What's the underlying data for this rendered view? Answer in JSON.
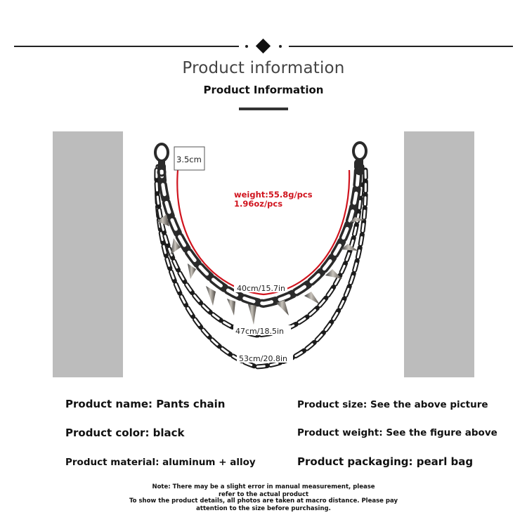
{
  "header": {
    "title": "Product information",
    "subtitle": "Product Information"
  },
  "figure": {
    "clasp_size": "3.5cm",
    "weight_line1": "weight:55.8g/pcs",
    "weight_line2": "1.96oz/pcs",
    "length_inner": "40cm/15.7in",
    "length_middle": "47cm/18.5in",
    "length_outer": "53cm/20.8in",
    "accent_color": "#d0141e"
  },
  "details": {
    "name": "Product name: Pants chain",
    "size": "Product size: See the above picture",
    "color": "Product color: black",
    "weight": "Product weight: See the figure above",
    "material": "Product material: aluminum + alloy",
    "packaging": "Product packaging: pearl bag"
  },
  "note": {
    "line1": "Note: There may be a slight error in manual measurement, please",
    "line2": "refer to the actual product",
    "line3": "To show the product details, all photos are taken at macro distance. Please pay",
    "line4": "attention to the size before purchasing."
  }
}
